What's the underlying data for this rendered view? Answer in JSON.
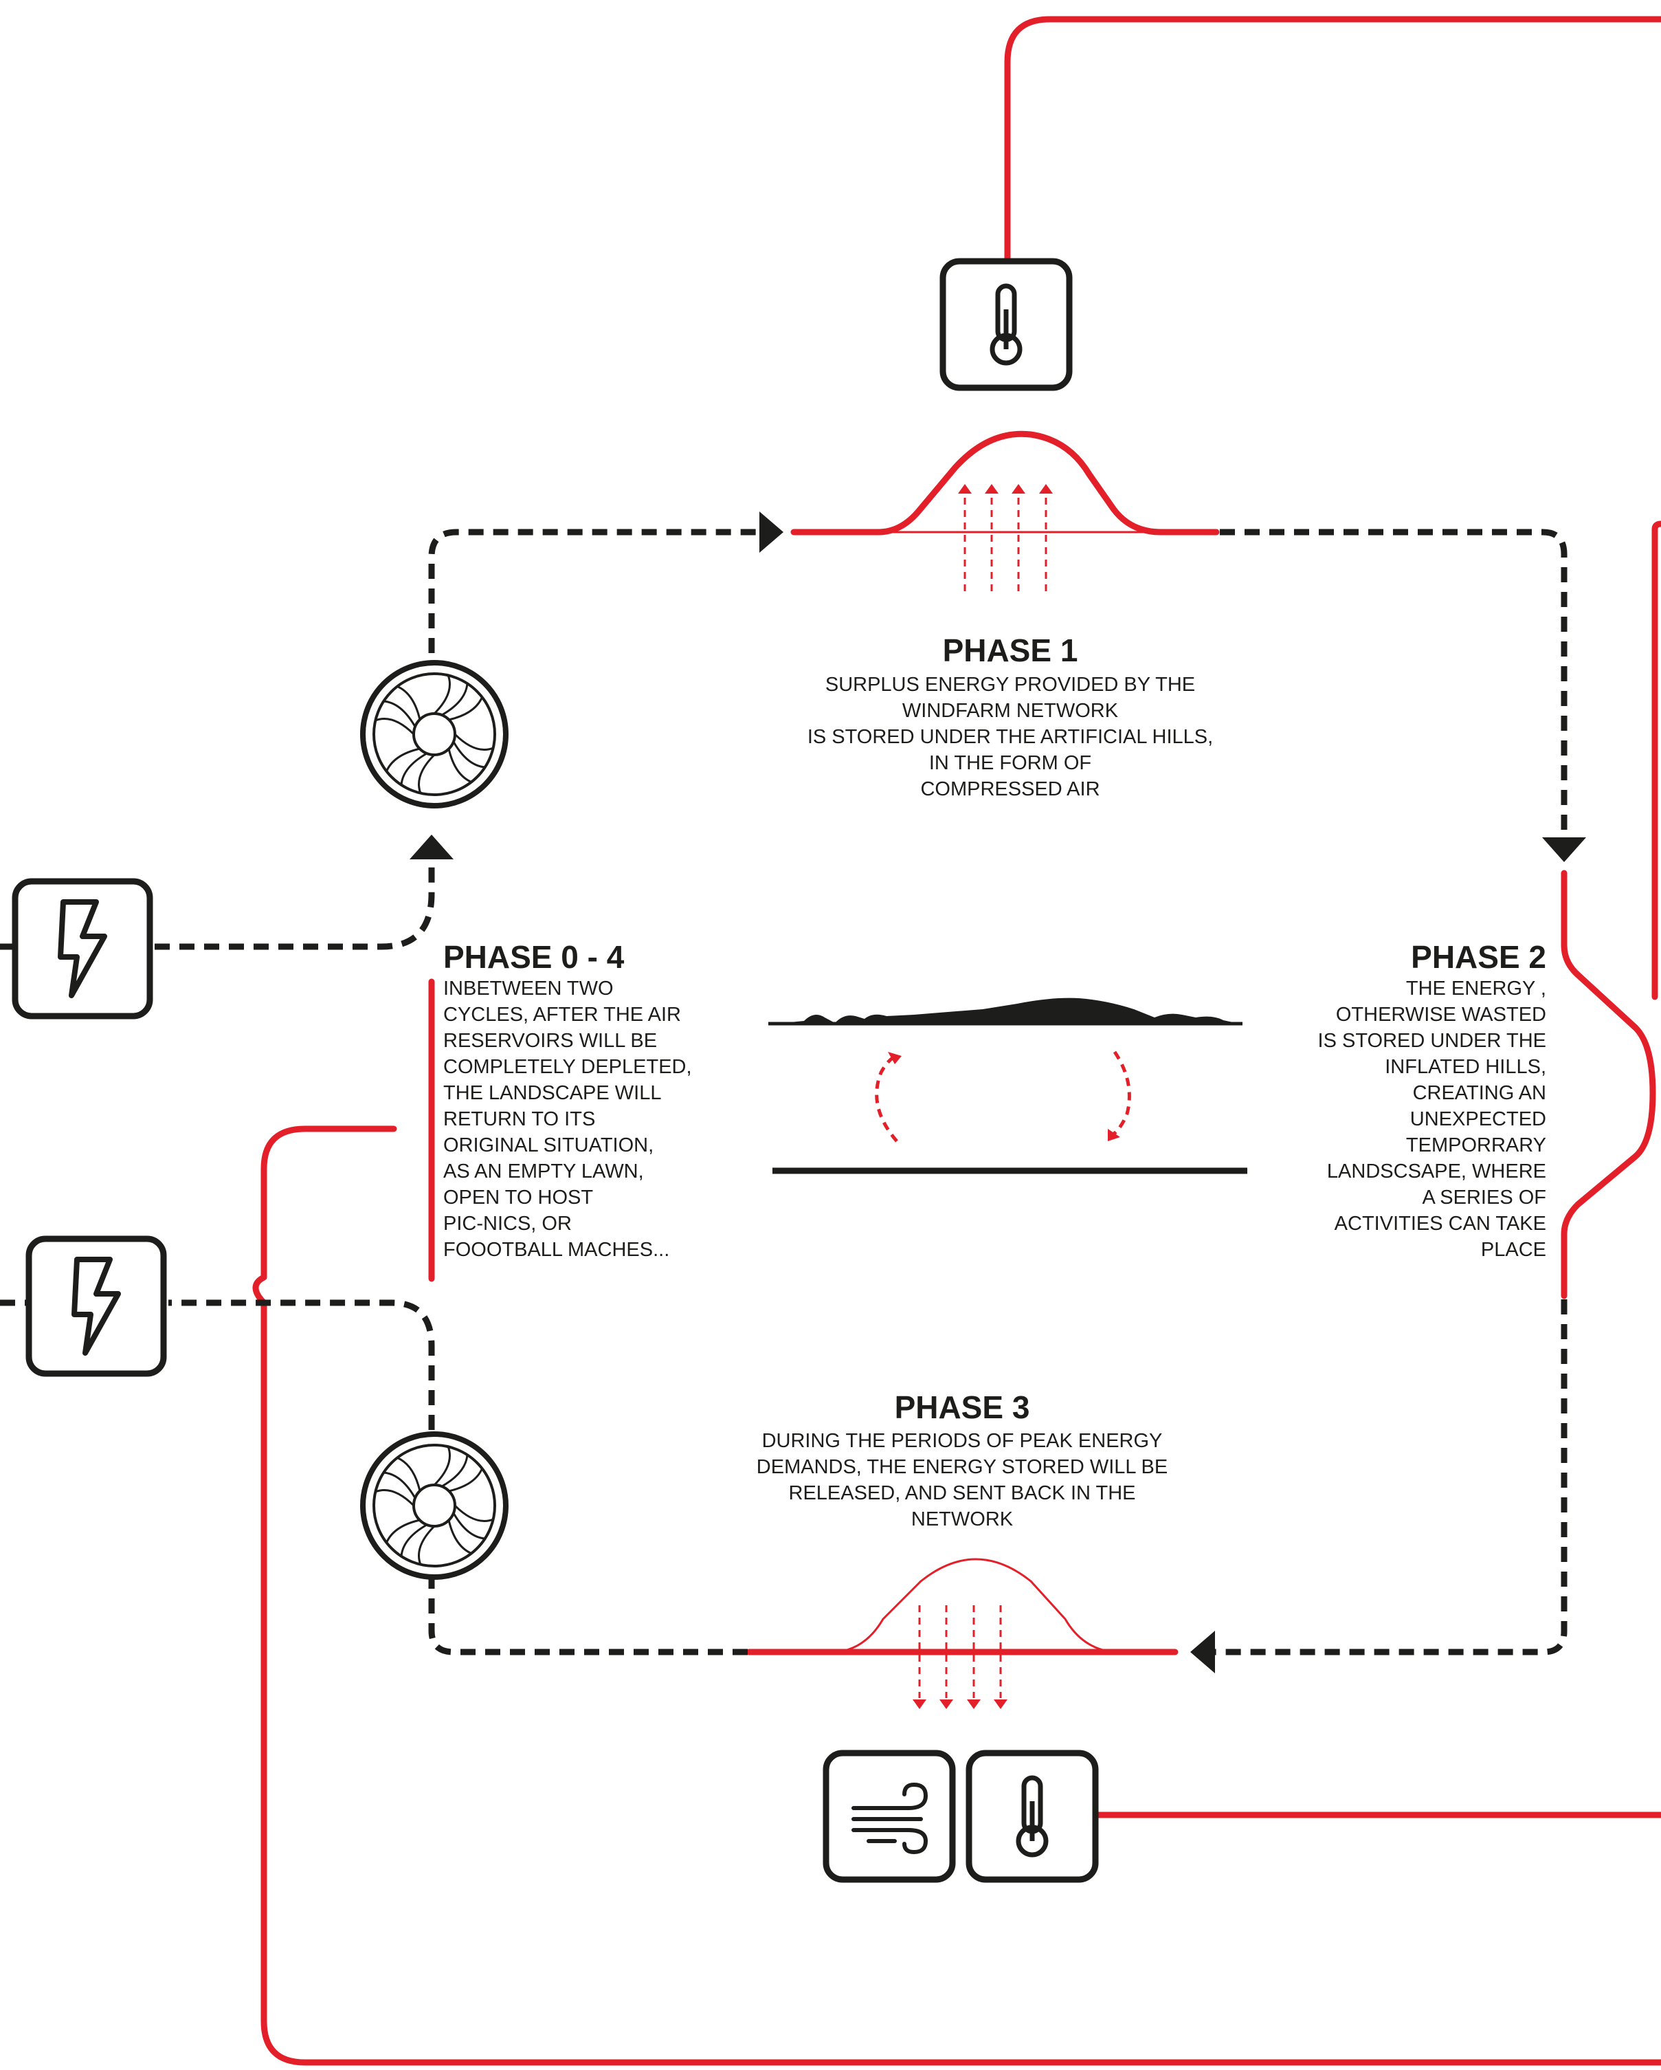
{
  "colors": {
    "red": "#e3202a",
    "ink": "#1d1d1b",
    "background": "#ffffff"
  },
  "phase1": {
    "title": "PHASE 1",
    "lines": [
      "SURPLUS ENERGY PROVIDED BY THE",
      "WINDFARM NETWORK",
      "IS STORED UNDER THE ARTIFICIAL HILLS,",
      "IN THE FORM OF",
      "COMPRESSED AIR"
    ]
  },
  "phase2": {
    "title": "PHASE 2",
    "lines": [
      "THE ENERGY ,",
      "OTHERWISE WASTED",
      "IS STORED UNDER THE",
      "INFLATED HILLS,",
      "CREATING AN",
      "UNEXPECTED",
      "TEMPORRARY",
      "LANDSCSAPE, WHERE",
      "A SERIES OF",
      "ACTIVITIES CAN TAKE",
      "PLACE"
    ]
  },
  "phase3": {
    "title": "PHASE 3",
    "lines": [
      "DURING THE PERIODS OF PEAK ENERGY",
      "DEMANDS, THE ENERGY STORED WILL BE",
      "RELEASED, AND SENT BACK IN THE",
      "NETWORK"
    ]
  },
  "phase04": {
    "title": "PHASE 0 - 4",
    "lines": [
      "INBETWEEN TWO",
      "CYCLES, AFTER THE AIR",
      "RESERVOIRS WILL BE",
      "COMPLETELY DEPLETED,",
      "THE LANDSCAPE WILL",
      "RETURN TO ITS",
      "ORIGINAL SITUATION,",
      "AS AN EMPTY LAWN,",
      "OPEN TO HOST",
      "PIC-NICS, OR",
      "FOOOTBALL MACHES..."
    ]
  },
  "icons": {
    "thermometer_top": "thermometer-icon",
    "thermometer_bottom": "thermometer-icon",
    "wind": "wind-icon",
    "lightning_upper": "lightning-icon",
    "lightning_lower": "lightning-icon",
    "fan_upper": "turbine-icon",
    "fan_lower": "turbine-icon"
  }
}
